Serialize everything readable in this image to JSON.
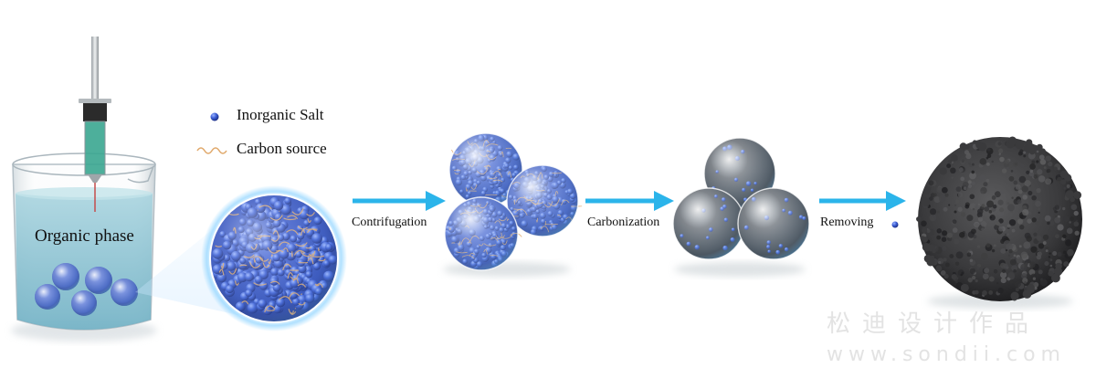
{
  "legend": {
    "inorganic_salt": "Inorganic Salt",
    "carbon_source": "Carbon source"
  },
  "beaker": {
    "label": "Organic phase"
  },
  "steps": [
    {
      "label": "Contrifugation"
    },
    {
      "label": "Carbonization"
    },
    {
      "label": "Removing"
    }
  ],
  "watermark": {
    "line1": "松迪设计作品",
    "line2": "www.sondii.com"
  },
  "colors": {
    "arrow": "#2bb4ea",
    "salt": "#3d5fd6",
    "carbon": "#e0a86a",
    "water": "#8fc9d8",
    "carbon_sphere": "#3a3a3c"
  }
}
